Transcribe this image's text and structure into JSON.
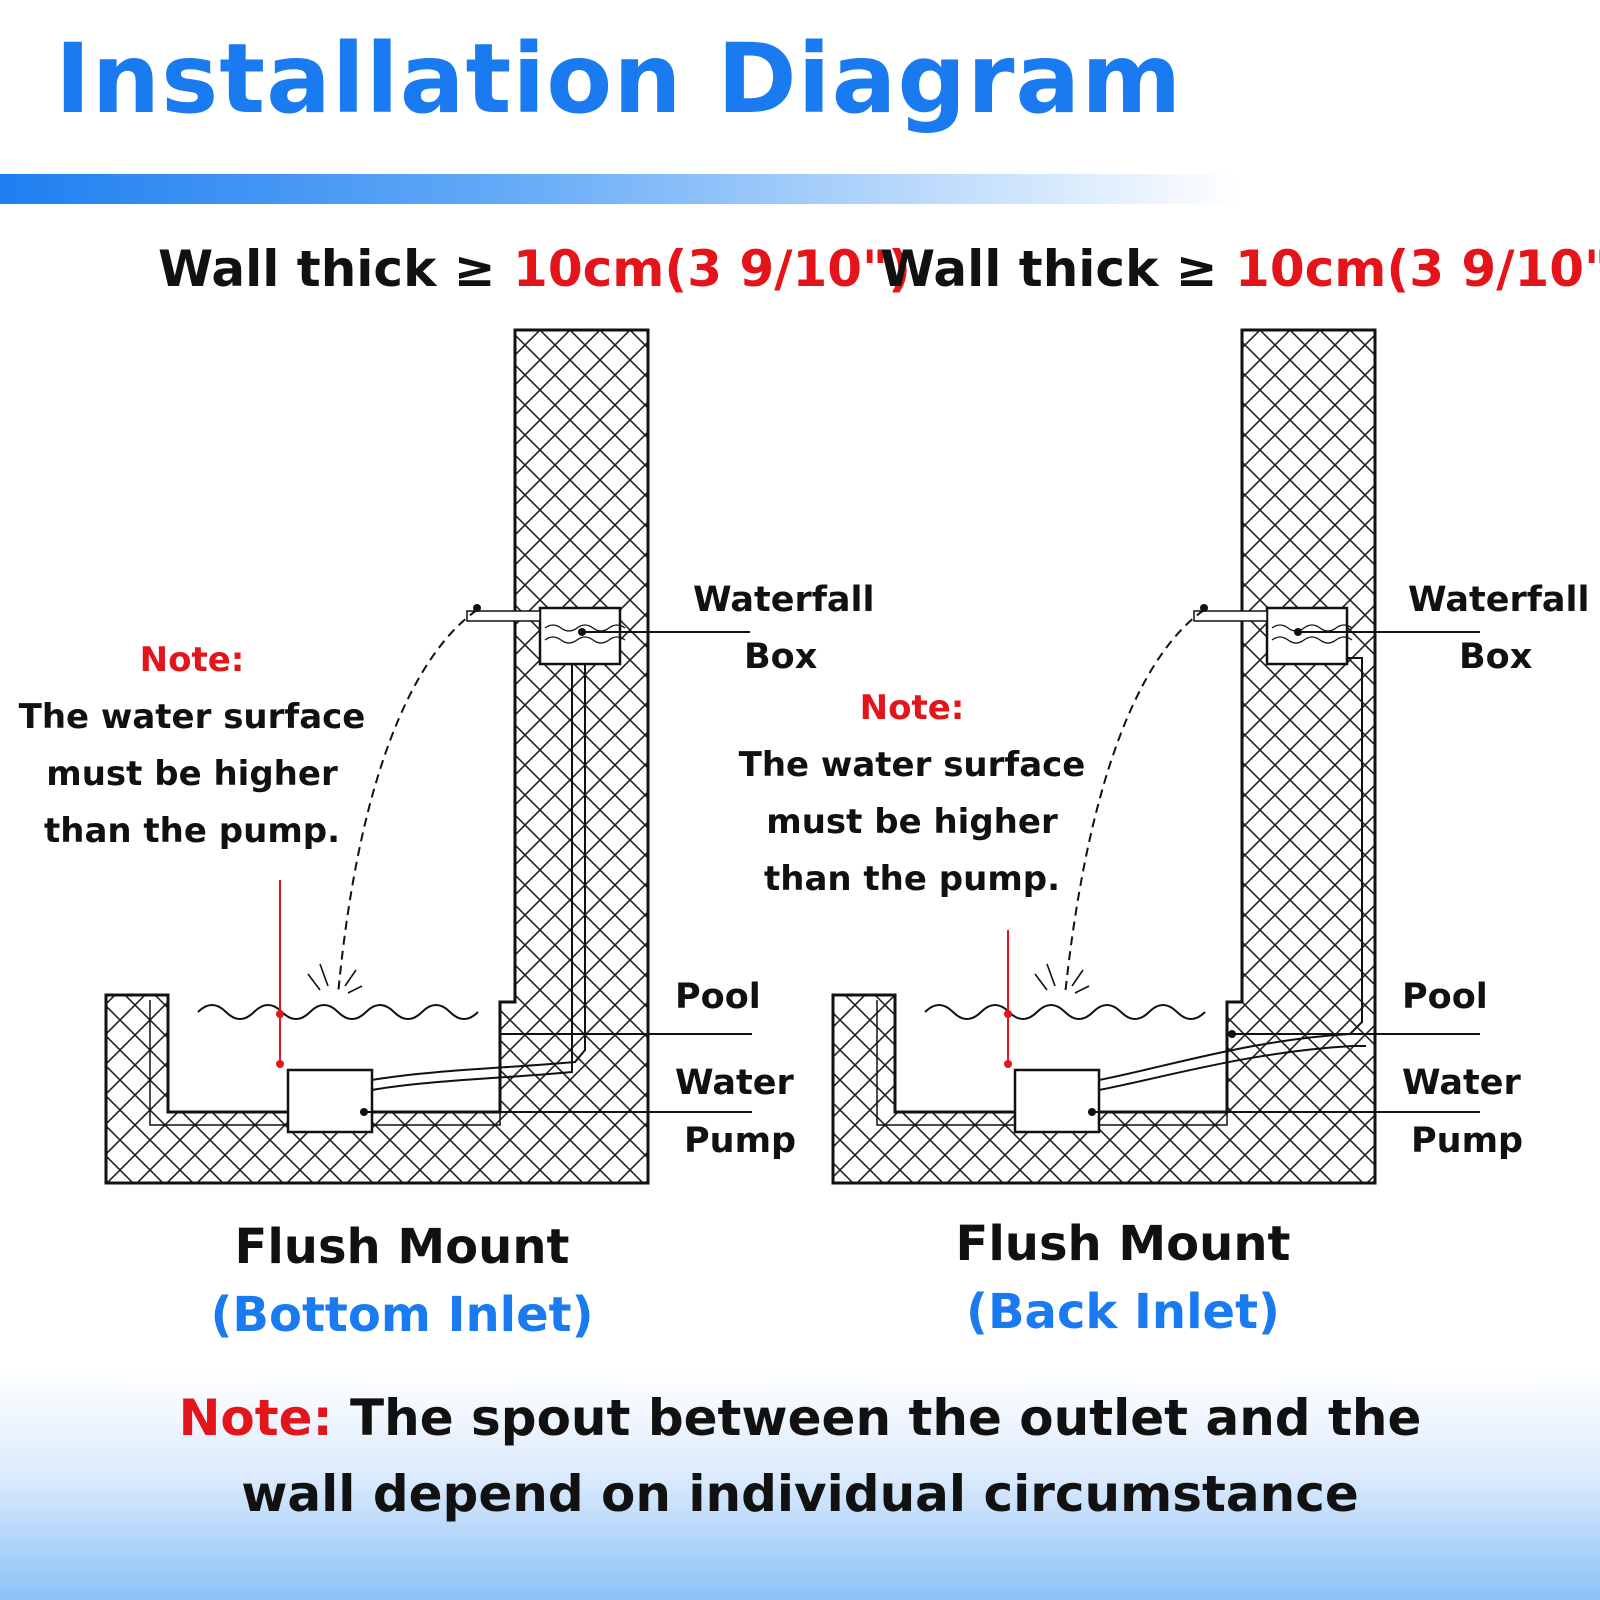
{
  "title": "Installation Diagram",
  "wall": {
    "prefix": "Wall thick ≥ ",
    "value": "10cm(3 9/10\")"
  },
  "labels": {
    "waterfall": "Waterfall",
    "box": "Box",
    "pool": "Pool",
    "water": "Water",
    "pump": "Pump"
  },
  "note": {
    "head": "Note:",
    "line1": "The water surface",
    "line2": "must be higher",
    "line3": "than the pump."
  },
  "captions": {
    "left_title": "Flush Mount",
    "left_sub": "(Bottom Inlet)",
    "right_title": "Flush Mount",
    "right_sub": "(Back Inlet)"
  },
  "bottom_note": {
    "head": "Note:",
    "line1": " The spout between the  outlet and the",
    "line2": "wall depend on individual circumstance"
  },
  "colors": {
    "blue": "#1a7bf0",
    "red": "#e3151b",
    "black": "#111111"
  }
}
